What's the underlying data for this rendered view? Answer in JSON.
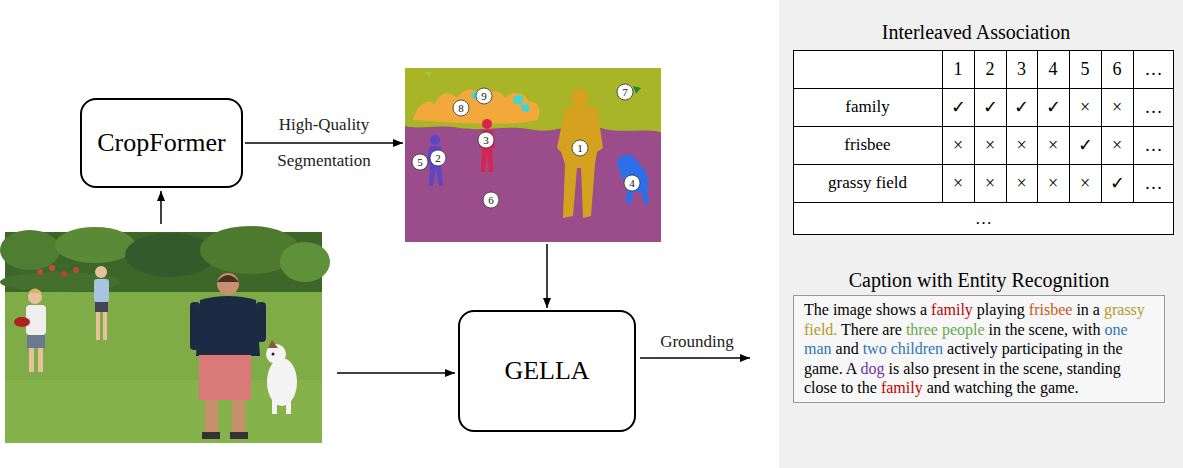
{
  "diagram": {
    "nodes": [
      {
        "text": [
          "CropFormer"
        ]
      },
      {
        "text": [
          "1",
          "2",
          "3",
          "4",
          "5",
          "6",
          "7",
          "8",
          "9"
        ]
      },
      {
        "text": [
          "GELLA"
        ]
      },
      {
        "text": [
          "Caption with Entity Recognition",
          "The image shows a family playing frisbee in a grassy field. There are three people in the scene, with one man and two children actively participating in the game. A dog is also present in the scene, standing close to the family and watching the game."
        ]
      }
    ],
    "edges": [
      {
        "from": 0,
        "to": 1,
        "label": "High-Quality Segmentation",
        "arrow": "to"
      },
      {
        "from": 1,
        "to": 2,
        "arrow": "to"
      }
    ],
    "labels": [
      "Interleaved Association",
      "1",
      "2",
      "3",
      "4",
      "5",
      "6",
      "…",
      "family",
      "✓",
      "✓",
      "✓",
      "✓",
      "×",
      "×",
      "…",
      "frisbee",
      "×",
      "×",
      "×",
      "×",
      "✓",
      "×",
      "…",
      "grassy field",
      "×",
      "×",
      "×",
      "×",
      "×",
      "✓",
      "…",
      "…",
      "Grounding"
    ]
  }
}
